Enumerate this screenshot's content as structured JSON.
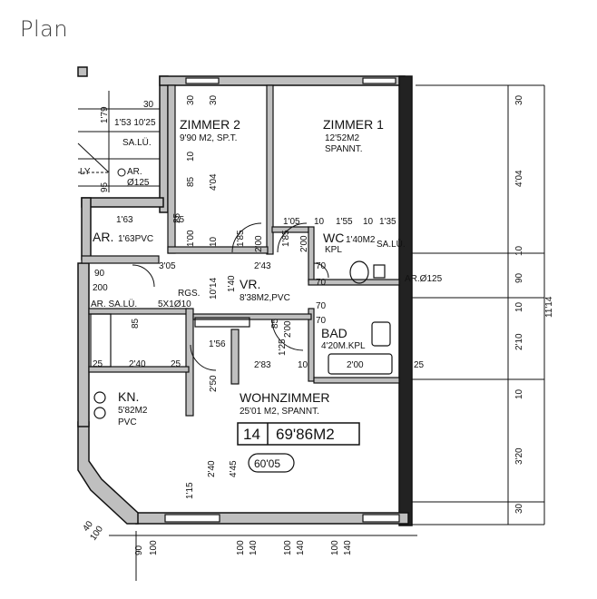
{
  "page": {
    "title": "Plan"
  },
  "colors": {
    "ink": "#111111",
    "wall_fill": "#bfbfbf",
    "background": "#ffffff"
  },
  "rooms": {
    "zimmer2": {
      "name": "ZIMMER 2",
      "area": "9'90 M2, SP.T."
    },
    "zimmer1": {
      "name": "ZIMMER 1",
      "area": "12'52M2",
      "floor": "SPANNT."
    },
    "wc": {
      "name": "WC",
      "area": "1'40M2",
      "floor": "KPL"
    },
    "ar_left": {
      "name": "AR.",
      "area": "1'63PVC",
      "width": "1'63"
    },
    "vr": {
      "name": "VR.",
      "area": "8'38M2,PVC"
    },
    "bad": {
      "name": "BAD",
      "area": "4'20M.KPL"
    },
    "kn": {
      "name": "KN.",
      "area": "5'82M2",
      "floor": "PVC"
    },
    "wohnzimmer": {
      "name": "WOHNZIMMER",
      "area": "25'01 M2, SPANNT."
    }
  },
  "total": {
    "unit_no": "14",
    "area": "69'86M2",
    "height": "60'05"
  },
  "labels": {
    "salu_top": "SA.LÜ.",
    "ar_d125": "AR.",
    "d125_a": "Ø125",
    "ly": "LY",
    "ar_salu": "AR. SA.LÜ.",
    "rgs": "RGS.",
    "rgs_sub": "5X1Ø10",
    "ar_d125_right": "AR.Ø125",
    "salu_wc": "SA.LÜ."
  },
  "dims_h": {
    "d30a": "30",
    "d30b": "30",
    "d1531025": "1'53 10'25",
    "d163": "1'63",
    "d105": "1'05",
    "d10": "10",
    "d155": "1'55",
    "d10b": "10",
    "d135": "1'35",
    "d305": "3'05",
    "d243": "2'43",
    "d70a": "70",
    "d70b": "70",
    "d90": "90",
    "d200": "200",
    "d70c": "70",
    "d70d": "70",
    "d156": "1'56",
    "d283": "2'83",
    "d10c": "10",
    "d200b": "2'00",
    "d25a": "25",
    "d240": "2'40",
    "d25b": "25",
    "d25c": "25",
    "d25d": "25"
  },
  "dims_v": {
    "v179": "1'79",
    "v95": "95",
    "v10a": "10",
    "v85": "85",
    "v404": "4'04",
    "v25": "25",
    "v100": "1'00",
    "v10b": "10",
    "v185": "1'85",
    "v200a": "2'00",
    "v185b": "1'85",
    "v200b": "2'00",
    "v140": "1'40",
    "v10_14": "10'14",
    "v85b": "85",
    "v200c": "2'00",
    "v125": "1'25",
    "v250": "2'50",
    "v240": "2'40",
    "v445": "4'45",
    "v115": "1'15",
    "v30r": "30",
    "v404r": "4'04",
    "v10r1": "10",
    "v90r": "90",
    "v10r2": "10",
    "v210r": "2'10",
    "v10r3": "10",
    "v320r": "3'20",
    "v30r2": "30",
    "v1114": "11'14",
    "v85c": "85"
  },
  "bottom_dims": [
    "90",
    "100",
    "100",
    "140",
    "100",
    "140",
    "100",
    "140"
  ],
  "corner_dims": [
    "40",
    "100"
  ]
}
